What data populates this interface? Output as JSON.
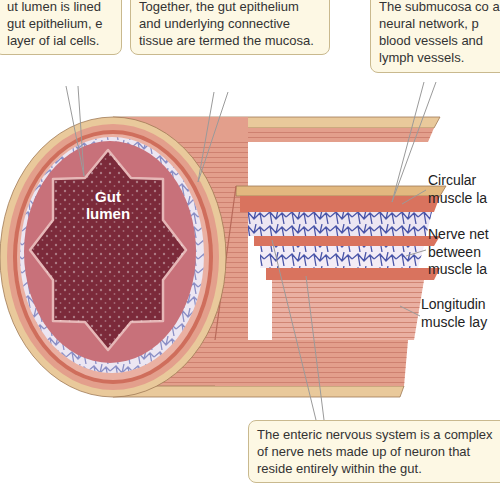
{
  "diagram": {
    "nodes": [
      {
        "text": [
          "ut lumen is lined gut epithelium, e layer of ial cells."
        ]
      },
      {
        "text": [
          "Together, the gut epithelium and underlying connective tissue are termed the mucosa."
        ]
      },
      {
        "text": [
          "The submucosa co a neural network, p blood vessels and lymph vessels."
        ]
      },
      {
        "text": [
          "The enteric nervous system is a complex of nerve nets made up of neuron that reside entirely within the gut."
        ]
      }
    ],
    "labels": [
      "Gut lumen",
      "Circular muscle la",
      "Nerve net between muscle la",
      "Longitudin muscle lay"
    ]
  }
}
